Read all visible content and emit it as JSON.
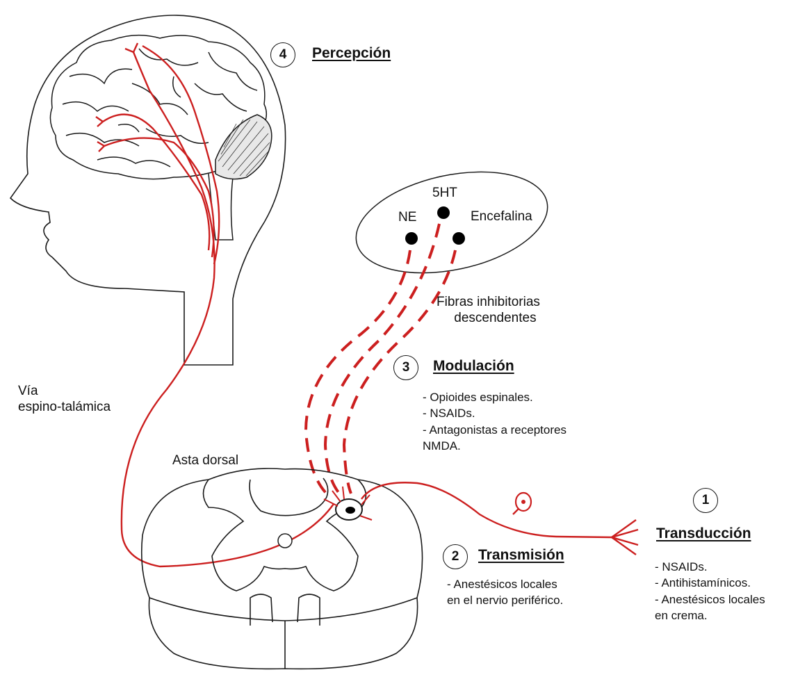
{
  "steps": {
    "perception": {
      "number": "4",
      "title": "Percepción"
    },
    "modulation": {
      "number": "3",
      "title": "Modulación",
      "items": [
        "- Opioides espinales.",
        "- NSAIDs.",
        "- Antagonistas a receptores",
        "NMDA."
      ]
    },
    "transmission": {
      "number": "2",
      "title": "Transmisión",
      "items": [
        "- Anestésicos locales",
        "en el nervio periférico."
      ]
    },
    "transduction": {
      "number": "1",
      "title": "Transducción",
      "items": [
        "- NSAIDs.",
        "- Antihistamínicos.",
        "- Anestésicos locales",
        "en crema."
      ]
    }
  },
  "labels": {
    "nucleus_ne": "NE",
    "nucleus_5ht": "5HT",
    "nucleus_enk": "Encefalina",
    "descending_line1": "Fibras inhibitorias",
    "descending_line2": "descendentes",
    "pathway_line1": "Vía",
    "pathway_line2": "espino-talámica",
    "dorsal_horn": "Asta dorsal"
  },
  "colors": {
    "nerve": "#cc1f1f",
    "outline": "#1a1a1a",
    "background": "#ffffff"
  }
}
